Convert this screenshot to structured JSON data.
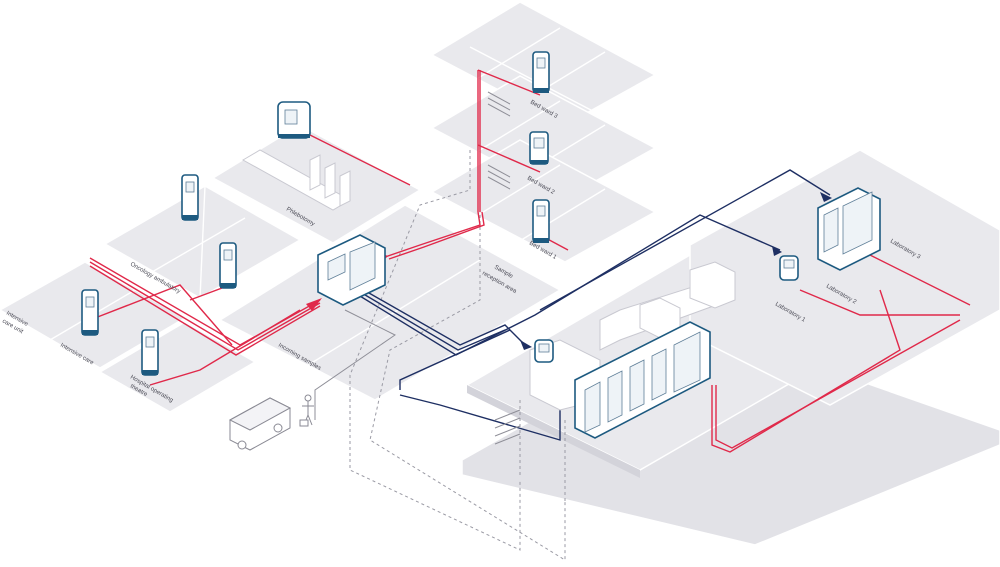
{
  "labels": {
    "bed_ward_3": "Bed ward 3",
    "bed_ward_2": "Bed ward 2",
    "bed_ward_1": "Bed ward 1",
    "phlebotomy": "Phlebotomy",
    "sample_reception_area": "Sample\nreception area",
    "oncology_ambulatory": "Oncology ambulatory",
    "intensive_care_unit": "Intensive\ncare unit",
    "intensive_care": "Intensive care",
    "hospital_operating_theatre": "Hospital operating\ntheatre",
    "incoming_samples": "Incoming samples",
    "laboratory_1": "Laboratory 1",
    "laboratory_2": "Laboratory 2",
    "laboratory_3": "Laboratory 3"
  },
  "colors": {
    "floor": "#e9e9ed",
    "pneumatic_tube_red": "#e0294a",
    "transport_navy": "#1e2f63",
    "device_outline": "#1d5a80"
  }
}
